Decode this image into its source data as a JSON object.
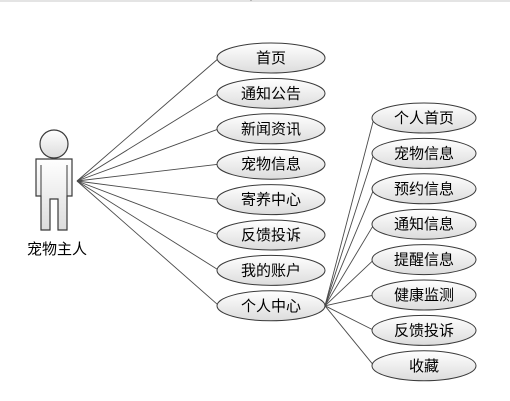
{
  "actor": {
    "label": "宠物主人"
  },
  "use_cases": [
    {
      "id": "home",
      "label": "首页"
    },
    {
      "id": "notice",
      "label": "通知公告"
    },
    {
      "id": "news",
      "label": "新闻资讯"
    },
    {
      "id": "pet-info",
      "label": "宠物信息"
    },
    {
      "id": "boarding",
      "label": "寄养中心"
    },
    {
      "id": "feedback",
      "label": "反馈投诉"
    },
    {
      "id": "account",
      "label": "我的账户"
    },
    {
      "id": "personal-center",
      "label": "个人中心"
    }
  ],
  "sub_use_cases": [
    {
      "id": "personal-home",
      "label": "个人首页"
    },
    {
      "id": "my-pet-info",
      "label": "宠物信息"
    },
    {
      "id": "booking-info",
      "label": "预约信息"
    },
    {
      "id": "notify-info",
      "label": "通知信息"
    },
    {
      "id": "reminder-info",
      "label": "提醒信息"
    },
    {
      "id": "health-monitor",
      "label": "健康监测"
    },
    {
      "id": "my-feedback",
      "label": "反馈投诉"
    },
    {
      "id": "favorites",
      "label": "收藏"
    }
  ],
  "colors": {
    "ellipse_fill_light": "#ffffff",
    "ellipse_fill_dark": "#dcdcdc",
    "stroke": "#3a3a3a",
    "line": "#4a4a4a"
  }
}
